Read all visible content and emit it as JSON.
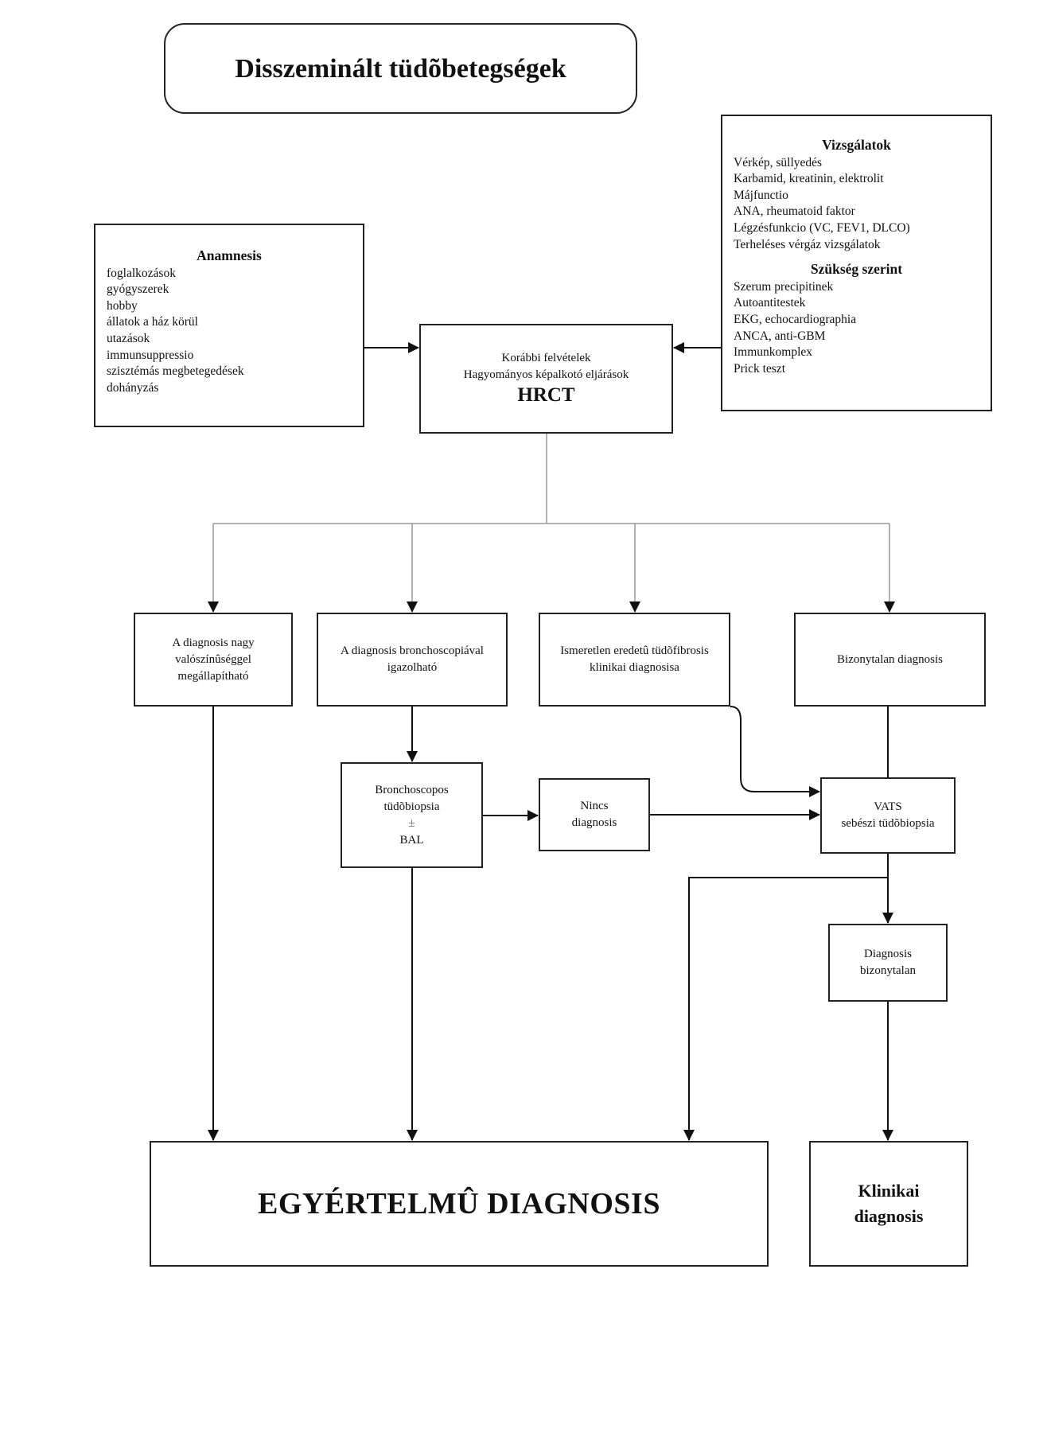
{
  "title": "Disszeminált tüdõbetegségek",
  "anamnesis": {
    "heading": "Anamnesis",
    "items": [
      "foglalkozások",
      "gyógyszerek",
      "hobby",
      "állatok a ház körül",
      "utazások",
      "immunsuppressio",
      "szisztémás megbetegedések",
      "dohányzás"
    ]
  },
  "vizsgalatok": {
    "heading": "Vizsgálatok",
    "items": [
      "Vérkép, süllyedés",
      "Karbamid, kreatinin, elektrolit",
      "Májfunctio",
      "ANA, rheumatoid faktor",
      "Légzésfunkcio (VC, FEV1,  DLCO)",
      "Terheléses vérgáz vizsgálatok"
    ],
    "heading2": "Szükség szerint",
    "items2": [
      "Szerum precipitinek",
      "Autoantitestek",
      "EKG, echocardiographia",
      "ANCA, anti-GBM",
      "Immunkomplex",
      "Prick teszt"
    ]
  },
  "hrct": {
    "line1": "Korábbi felvételek",
    "line2": "Hagyományos képalkotó eljárások",
    "main": "HRCT"
  },
  "branches": [
    {
      "lines": [
        "A diagnosis nagy",
        "valószínûséggel",
        "megállapítható"
      ]
    },
    {
      "lines": [
        "A diagnosis bronchoscopiával",
        "igazolható"
      ]
    },
    {
      "lines": [
        "Ismeretlen eredetû tüdõfibrosis",
        "klinikai diagnosisa"
      ]
    },
    {
      "lines": [
        "Bizonytalan diagnosis"
      ]
    }
  ],
  "bronch": {
    "lines": [
      "Bronchoscopos",
      "tüdõbiopsia",
      "±",
      "BAL"
    ]
  },
  "nincs": {
    "lines": [
      "Nincs",
      "diagnosis"
    ]
  },
  "vats": {
    "lines": [
      "VATS",
      "sebészi tüdõbiopsia"
    ]
  },
  "diag_bizonytalan": {
    "lines": [
      "Diagnosis",
      "bizonytalan"
    ]
  },
  "egyertelmu": "EGYÉRTELMÛ DIAGNOSIS",
  "klinikai": {
    "lines": [
      "Klinikai",
      "diagnosis"
    ]
  }
}
